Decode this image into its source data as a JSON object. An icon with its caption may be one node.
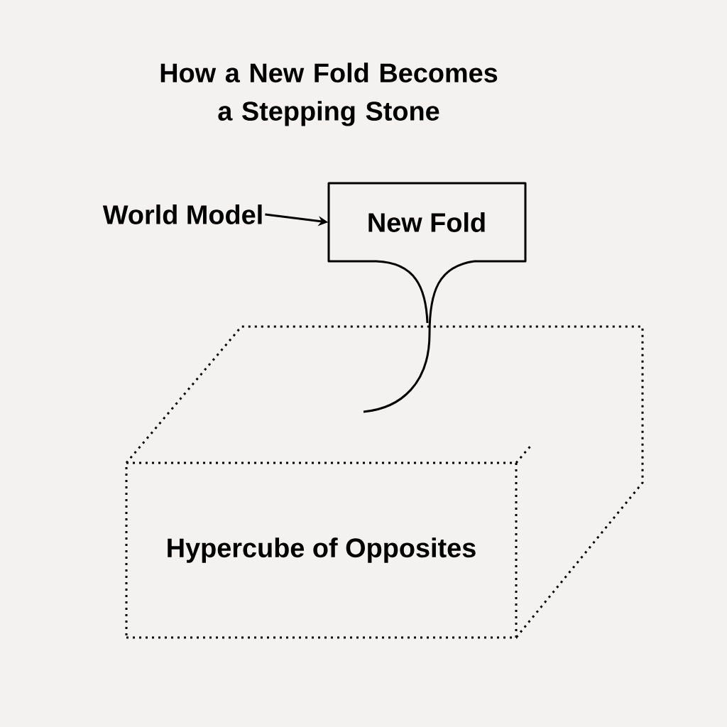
{
  "diagram": {
    "title": "How a New Fold Becomes a Stepping Stone",
    "nodes": [
      {
        "text": [
          "World Model"
        ]
      },
      {
        "text": [
          "New Fold"
        ]
      },
      {
        "text": [
          "Hypercube of Opposites"
        ]
      }
    ],
    "edges": [
      {
        "from": 0,
        "to": 1,
        "arrow": "to"
      }
    ]
  }
}
